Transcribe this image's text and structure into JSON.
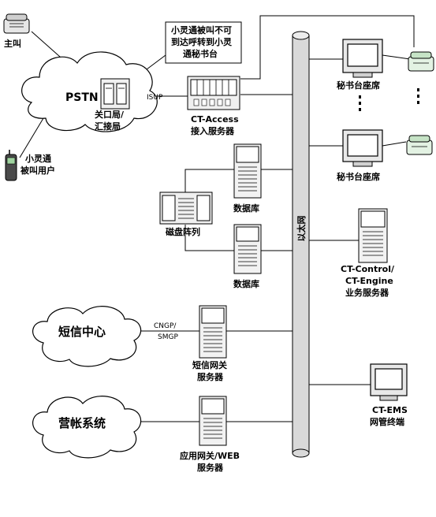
{
  "nodes": {
    "caller": "主叫",
    "pstn": "PSTN",
    "gateway_office": [
      "关口局/",
      "汇接局"
    ],
    "callee_user": [
      "小灵通",
      "被叫用户"
    ],
    "note": [
      "小灵通被叫不可",
      "到达呼转到小灵",
      "通秘书台"
    ],
    "isup": "ISUP",
    "access_server": [
      "CT-Access",
      "接入服务器"
    ],
    "database_1": "数据库",
    "database_2": "数据库",
    "disk_array": "磁盘阵列",
    "ethernet": "以太网",
    "secretary_seat_1": "秘书台座席",
    "secretary_seat_2": "秘书台座席",
    "business_server": [
      "CT-Control/",
      "CT-Engine",
      "业务服务器"
    ],
    "sms_center": "短信中心",
    "sms_protocol": [
      "CNGP/",
      "SMGP"
    ],
    "sms_gateway": [
      "短信网关",
      "服务器"
    ],
    "billing_system": "营帐系统",
    "app_gateway": [
      "应用网关/WEB",
      "服务器"
    ],
    "ems_terminal": [
      "CT-EMS",
      "网管终端"
    ]
  }
}
